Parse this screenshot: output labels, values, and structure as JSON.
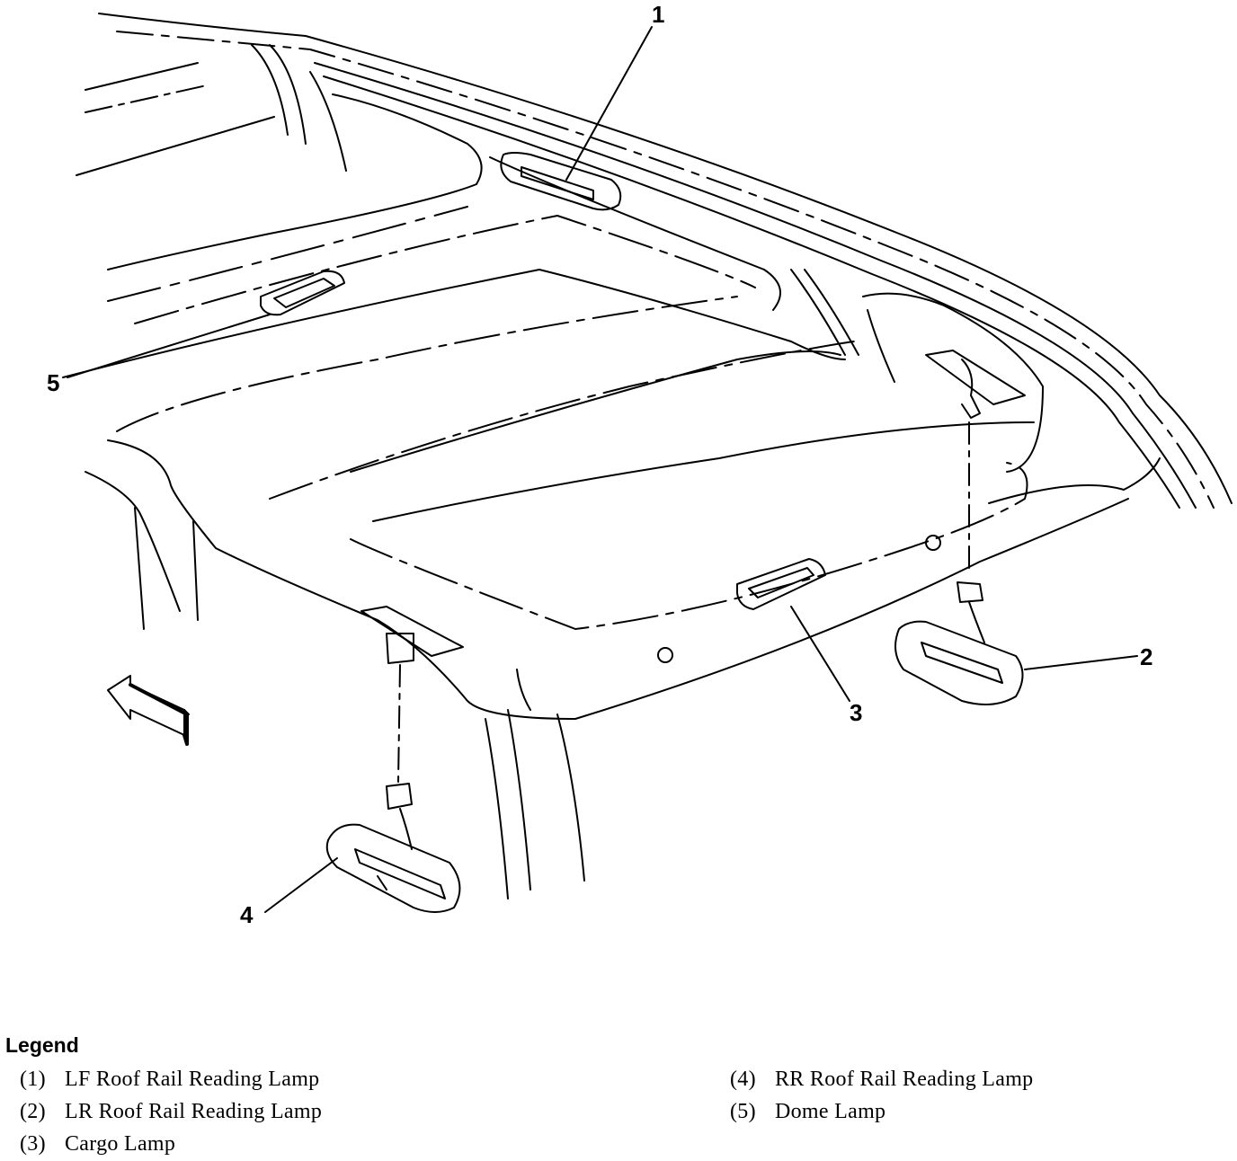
{
  "callouts": {
    "c1": "1",
    "c2": "2",
    "c3": "3",
    "c4": "4",
    "c5": "5"
  },
  "legend": {
    "title": "Legend",
    "items": [
      {
        "num": "(1)",
        "label": "LF Roof Rail Reading Lamp"
      },
      {
        "num": "(2)",
        "label": "LR Roof Rail Reading Lamp"
      },
      {
        "num": "(3)",
        "label": "Cargo Lamp"
      },
      {
        "num": "(4)",
        "label": "RR Roof Rail Reading Lamp"
      },
      {
        "num": "(5)",
        "label": "Dome Lamp"
      }
    ]
  }
}
